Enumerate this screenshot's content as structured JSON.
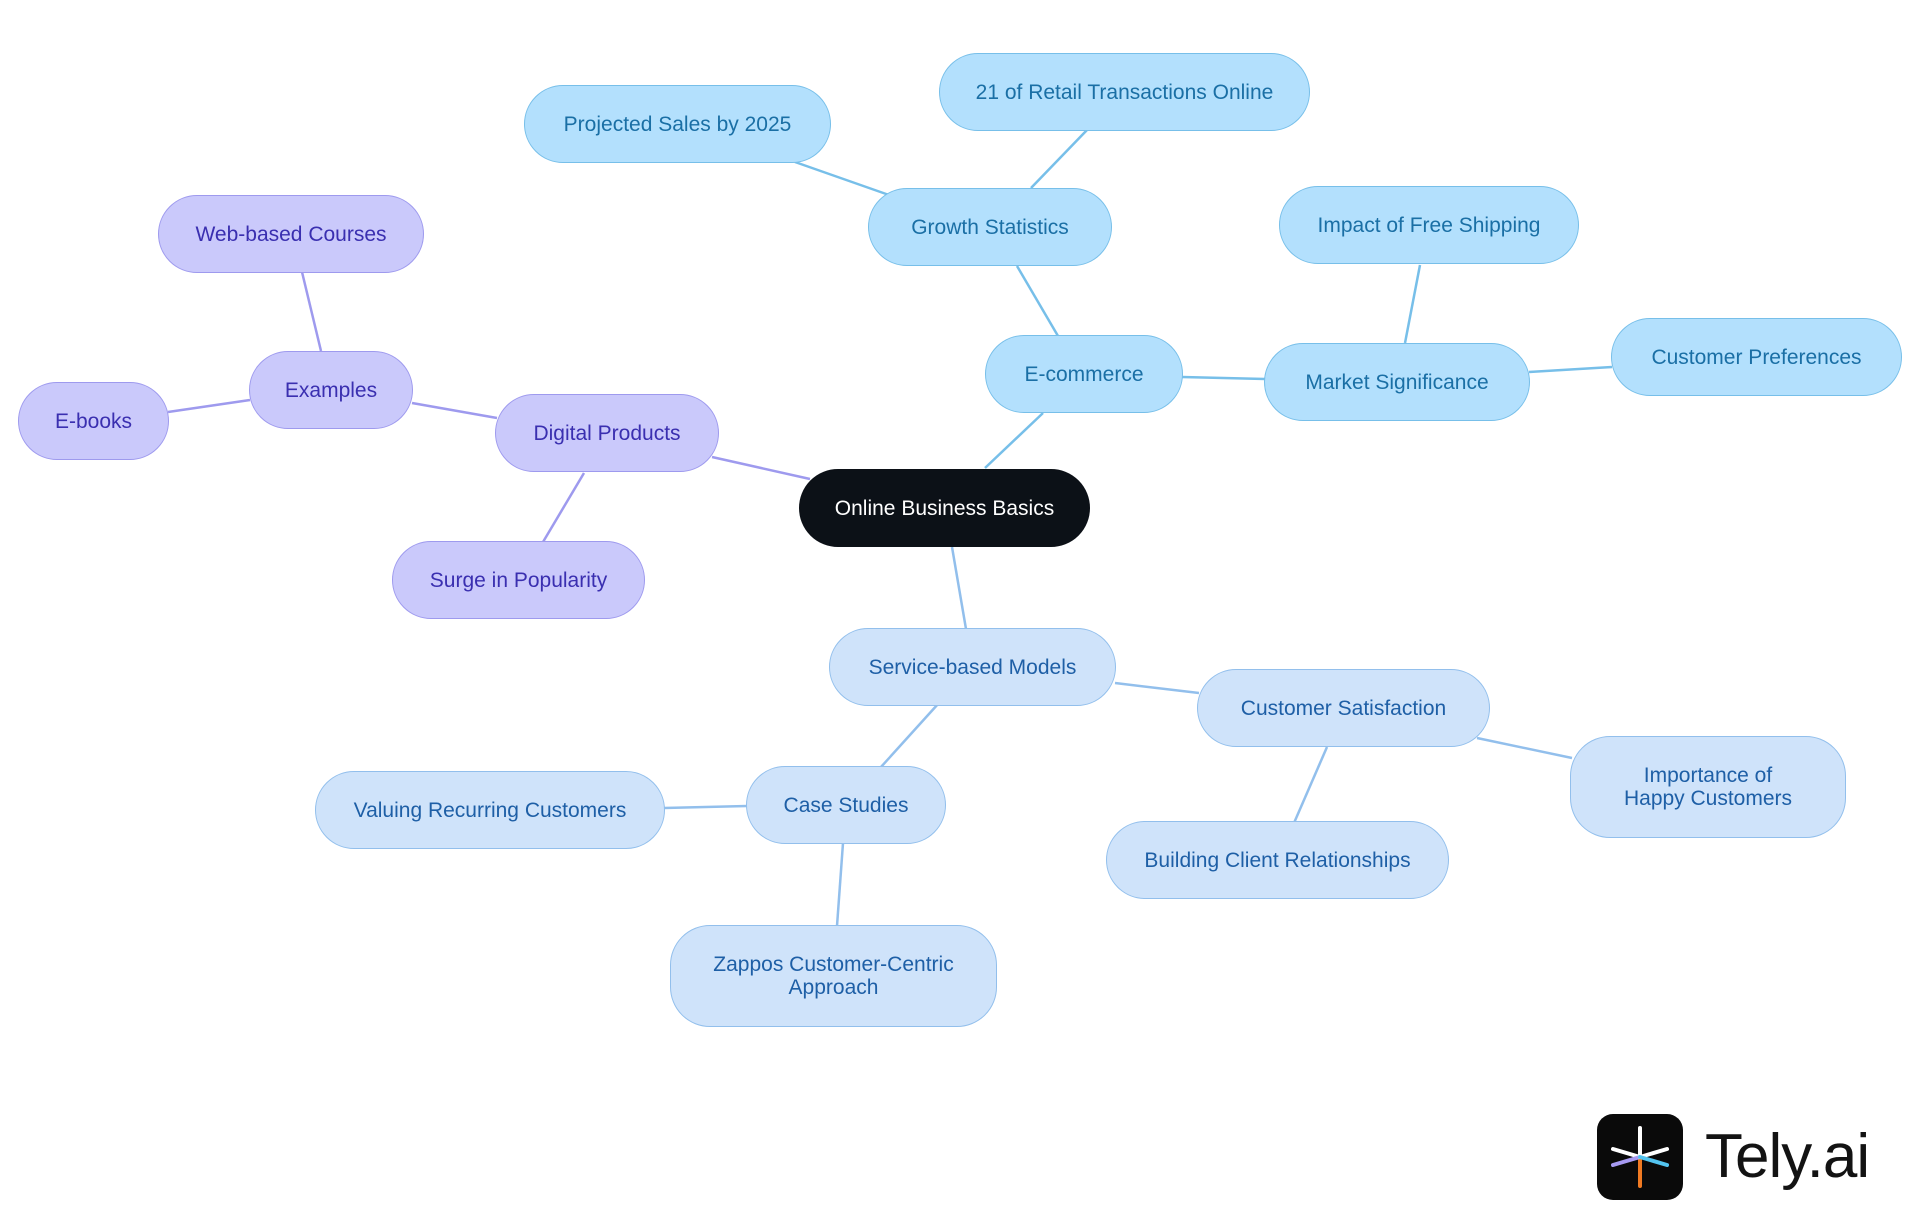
{
  "root": {
    "label": "Online Business Basics"
  },
  "ecommerce": {
    "label": "E-commerce",
    "growth_statistics": {
      "label": "Growth Statistics",
      "projected_sales": "Projected Sales by 2025",
      "retail_transactions": "21 of Retail Transactions Online"
    },
    "market_significance": {
      "label": "Market Significance",
      "free_shipping": "Impact of Free Shipping",
      "customer_preferences": "Customer Preferences"
    }
  },
  "digital_products": {
    "label": "Digital Products",
    "examples": {
      "label": "Examples",
      "web_courses": "Web-based Courses",
      "ebooks": "E-books"
    },
    "surge": "Surge in Popularity"
  },
  "service_models": {
    "label": "Service-based Models",
    "customer_satisfaction": {
      "label": "Customer Satisfaction",
      "happy_customers": "Importance of Happy Customers",
      "client_relationships": "Building Client Relationships"
    },
    "case_studies": {
      "label": "Case Studies",
      "recurring_customers": "Valuing Recurring Customers",
      "zappos": "Zappos Customer-Centric Approach"
    }
  },
  "brand": {
    "logo_text": "Tely.ai",
    "logo_icon": "tely-logo-icon"
  },
  "colors": {
    "root": "#0c1117",
    "ecommerce_branch": "#b3e0fd",
    "ecommerce_line": "#77bfe9",
    "digital_branch": "#cac9fb",
    "digital_line": "#9e9aee",
    "service_branch": "#cfe3fa",
    "service_line": "#92bfec"
  }
}
